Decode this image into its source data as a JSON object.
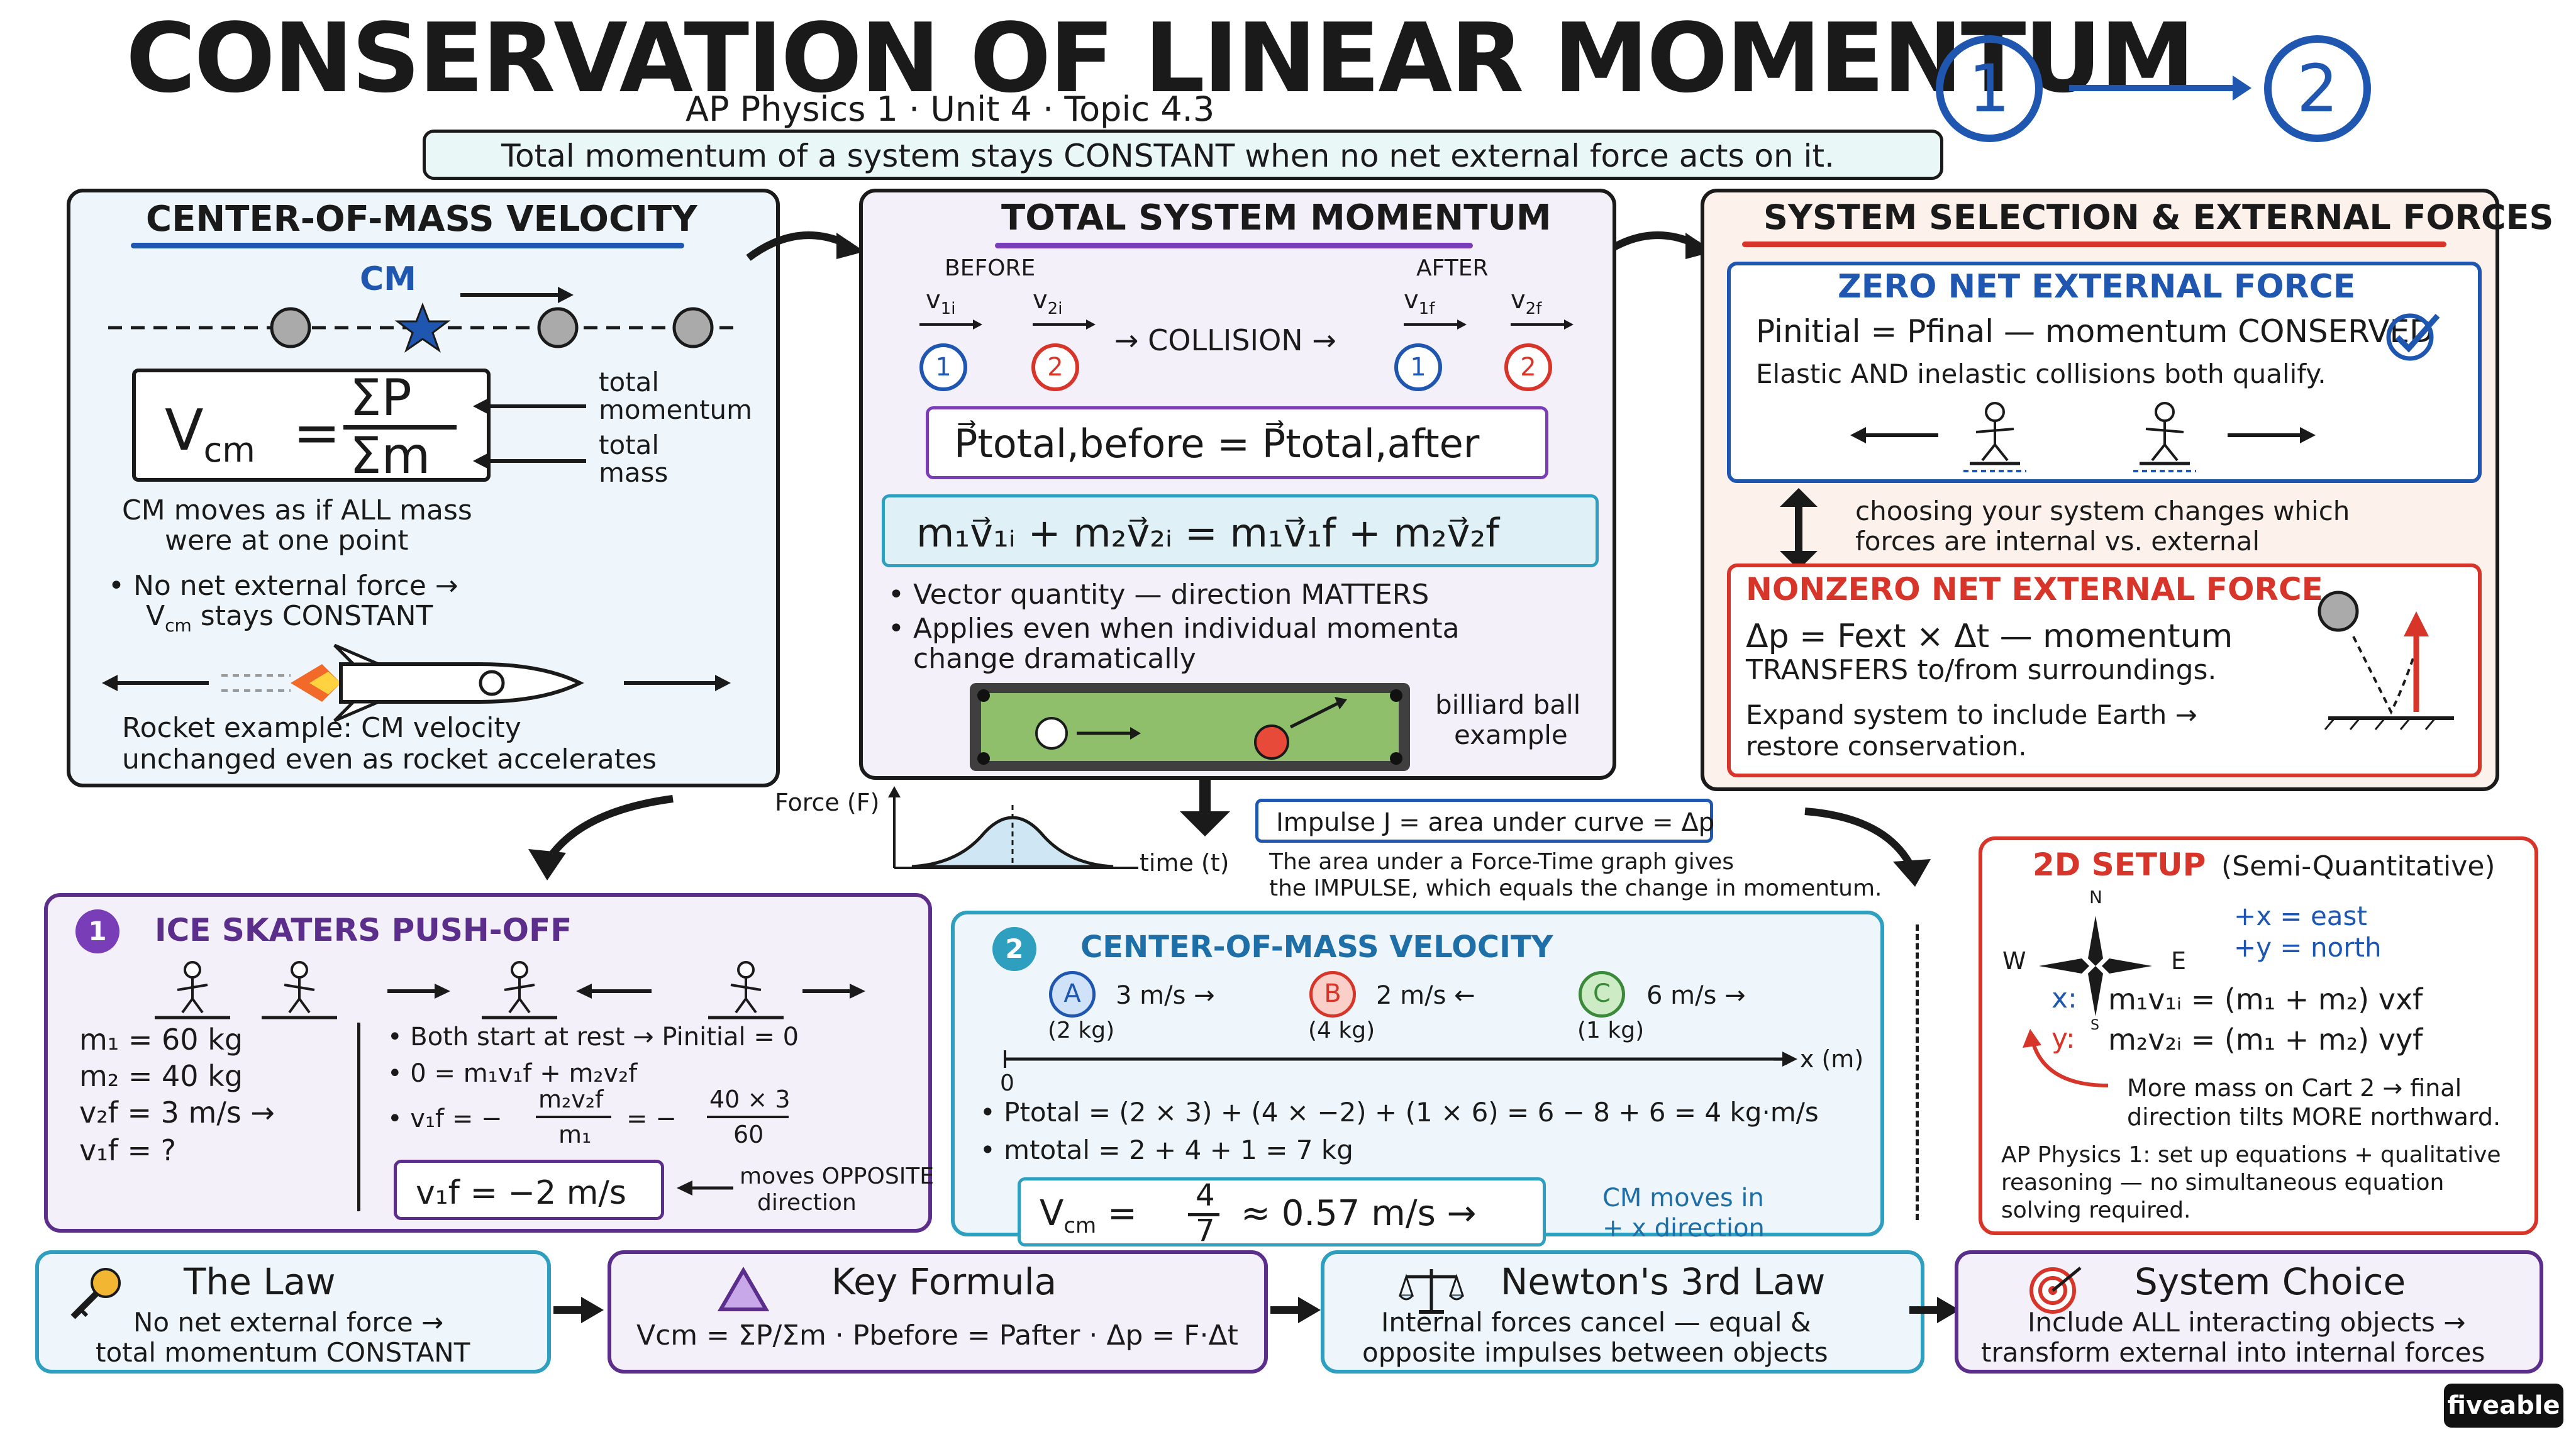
{
  "header": {
    "title": "CONSERVATION OF LINEAR MOMENTUM",
    "subtitle": "AP Physics 1 · Unit 4 · Topic 4.3",
    "banner": "Total momentum of a system stays CONSTANT when no net external force acts on it.",
    "badge_1": "1",
    "badge_2": "2"
  },
  "cm_panel": {
    "title": "CENTER-OF-MASS VELOCITY",
    "cm_label": "CM",
    "formula_lhs": "V",
    "formula_lhs_sub": "cm",
    "formula_num": "ΣP",
    "formula_den": "Σm",
    "note_num": "total momentum",
    "note_den": "total mass",
    "desc_line1": "CM moves as if ALL mass",
    "desc_line2": "were at one point",
    "bullet_line1": "• No net external force →",
    "bullet_line2_a": "V",
    "bullet_line2_sub": "cm",
    "bullet_line2_b": " stays CONSTANT",
    "rocket_line1": "Rocket example: CM velocity",
    "rocket_line2": "unchanged even as rocket accelerates"
  },
  "total_panel": {
    "title": "TOTAL SYSTEM MOMENTUM",
    "before": "BEFORE",
    "after": "AFTER",
    "v1i": "v",
    "v1i_sub": "1i",
    "v2i": "v",
    "v2i_sub": "2i",
    "v1f": "v",
    "v1f_sub": "1f",
    "v2f": "v",
    "v2f_sub": "2f",
    "collision": "COLLISION",
    "ball1": "1",
    "ball2": "2",
    "eq1": "P⃗total,before  =  P⃗total,after",
    "eq2": "m₁v⃗₁ᵢ  +  m₂v⃗₂ᵢ  =  m₁v⃗₁f  +  m₂v⃗₂f",
    "bullet1": "• Vector quantity — direction MATTERS",
    "bullet2_line1": "• Applies even when individual momenta",
    "bullet2_line2": "change dramatically",
    "billiard_line1": "billiard ball",
    "billiard_line2": "example"
  },
  "system_panel": {
    "title": "SYSTEM SELECTION & EXTERNAL FORCES",
    "zero_title": "ZERO NET EXTERNAL FORCE",
    "zero_eq": "Pinitial = Pfinal — momentum CONSERVED",
    "zero_note": "Elastic AND inelastic collisions both qualify.",
    "choose_line1": "choosing your system changes which",
    "choose_line2": "forces are internal vs. external",
    "nonzero_title": "NONZERO NET EXTERNAL FORCE",
    "nonzero_eq": "Δp = Fext × Δt  — momentum",
    "nonzero_eq2": "TRANSFERS to/from surroundings.",
    "nonzero_note1": "Expand system to include Earth →",
    "nonzero_note2": "restore conservation."
  },
  "impulse": {
    "force_label": "Force (F)",
    "time_label": "time (t)",
    "box_label": "Impulse J = area under curve = Δp",
    "note_line1": "The area under a Force-Time graph gives",
    "note_line2": "the IMPULSE, which equals the change in momentum."
  },
  "skaters_panel": {
    "badge": "1",
    "title": "ICE SKATERS PUSH-OFF",
    "m1": "m₁ = 60 kg",
    "m2": "m₂ = 40 kg",
    "v2f": "v₂f = 3 m/s →",
    "v1f_q": "v₁f = ?",
    "step1": "• Both start at rest → Pinitial = 0",
    "step2": "• 0 = m₁v₁f + m₂v₂f",
    "step3_a": "• v₁f = −",
    "step3_num": "m₂v₂f",
    "step3_den": "m₁",
    "step3_b": "= −",
    "step3_num2": "40 × 3",
    "step3_den2": "60",
    "answer": "v₁f = −2 m/s",
    "answer_note1": "moves OPPOSITE",
    "answer_note2": "direction"
  },
  "cmv_panel": {
    "badge": "2",
    "title": "CENTER-OF-MASS VELOCITY",
    "a_label": "A",
    "a_speed": "3 m/s →",
    "a_mass": "(2 kg)",
    "b_label": "B",
    "b_speed": "2 m/s ←",
    "b_mass": "(4 kg)",
    "c_label": "C",
    "c_speed": "6 m/s →",
    "c_mass": "(1 kg)",
    "axis_zero": "0",
    "axis_label": "→ x (m)",
    "ptotal": "• Ptotal = (2 × 3) + (4 × −2) + (1 × 6) = 6 − 8 + 6 = 4 kg·m/s",
    "mtotal": "• mtotal = 2 + 4 + 1 = 7 kg",
    "vcm_lhs": "V",
    "vcm_sub": "cm",
    "vcm_num": "4",
    "vcm_den": "7",
    "vcm_rhs": "≈ 0.57 m/s →",
    "cm_note1": "CM moves in",
    "cm_note2": "+ x direction"
  },
  "setup2d_panel": {
    "title_a": "2D SETUP",
    "title_b": "(Semi-Quantitative)",
    "n": "N",
    "s": "S",
    "w": "W",
    "e": "E",
    "plus_x": "+x = east",
    "plus_y": "+y = north",
    "x_label": "x:",
    "x_eq": "m₁v₁ᵢ = (m₁ + m₂) vxf",
    "y_label": "y:",
    "y_eq": "m₂v₂ᵢ = (m₁ + m₂) vyf",
    "note_line1": "More mass on Cart 2 → final",
    "note_line2": "direction tilts MORE northward.",
    "ap_line1": "AP Physics 1: set up equations + qualitative",
    "ap_line2": "reasoning — no simultaneous equation",
    "ap_line3": "solving required."
  },
  "summary": [
    {
      "title": "The Law",
      "line1": "No net external force →",
      "line2": "total momentum CONSTANT",
      "icon": "key-icon"
    },
    {
      "title": "Key Formula",
      "line1": "Vcm = ΣP/Σm · Pbefore = Pafter · Δp = F·Δt",
      "line2": "",
      "icon": "triangle-icon"
    },
    {
      "title": "Newton's 3rd Law",
      "line1": "Internal forces cancel — equal &",
      "line2": "opposite impulses between objects",
      "icon": "scales-icon"
    },
    {
      "title": "System Choice",
      "line1": "Include ALL interacting objects →",
      "line2": "transform external into internal forces",
      "icon": "target-icon"
    }
  ],
  "brand": "fiveable",
  "colors": {
    "blue": "#1e56b0",
    "purple": "#5a2e8a",
    "red": "#d8352a",
    "panel_blue": "#eef6fb",
    "panel_lav": "#f4f0fa",
    "panel_peach": "#fdf1ec",
    "banner_bg": "#e9f7f7",
    "table_green": "#8fbf6a"
  }
}
